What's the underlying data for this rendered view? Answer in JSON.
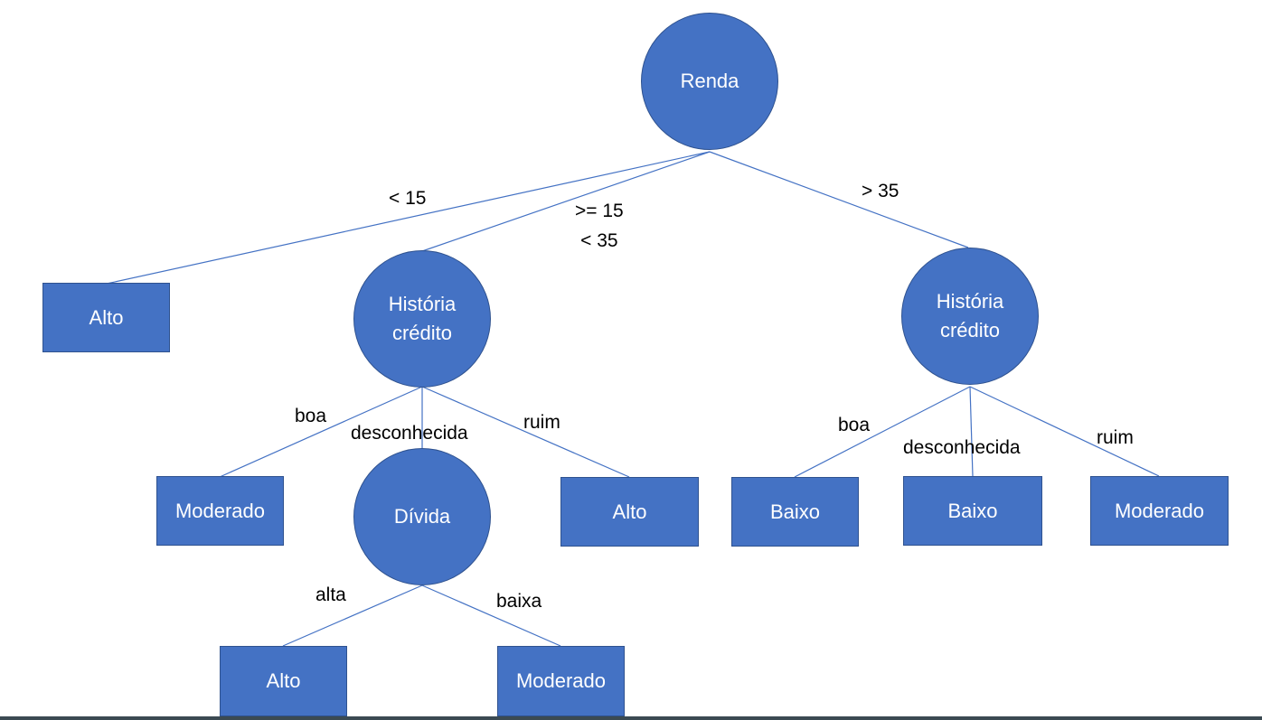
{
  "diagram": {
    "nodes": {
      "root": "Renda",
      "historia_mid_line1": "História",
      "historia_mid_line2": "crédito",
      "historia_right_line1": "História",
      "historia_right_line2": "crédito",
      "divida": "Dívida"
    },
    "leaves": {
      "alto_left": "Alto",
      "moderado_boa": "Moderado",
      "alto_ruim": "Alto",
      "baixo_boa": "Baixo",
      "baixo_desconhecida": "Baixo",
      "moderado_ruim": "Moderado",
      "alto_alta": "Alto",
      "moderado_baixa": "Moderado"
    },
    "edge_labels": {
      "lt15": "< 15",
      "ge15_line1": ">= 15",
      "ge15_line2": "< 35",
      "gt35": "> 35",
      "mid_boa": "boa",
      "mid_desconhecida": "desconhecida",
      "mid_ruim": "ruim",
      "right_boa": "boa",
      "right_desconhecida": "desconhecida",
      "right_ruim": "ruim",
      "alta": "alta",
      "baixa": "baixa"
    },
    "colors": {
      "node_fill": "#4472c4",
      "node_border": "#2f528f",
      "edge": "#4472c4",
      "label_text": "#000000",
      "node_text": "#ffffff"
    }
  }
}
